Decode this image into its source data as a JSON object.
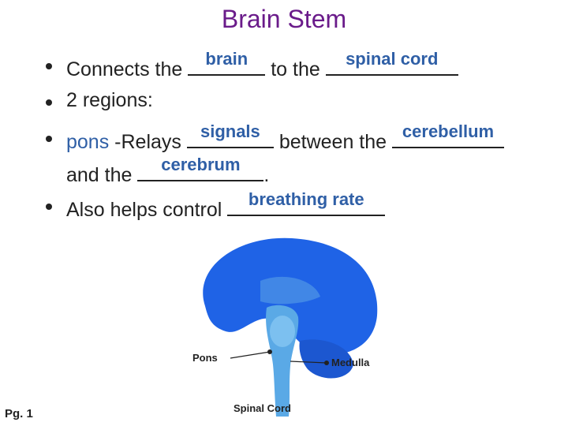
{
  "title": "Brain Stem",
  "bullets": {
    "b1_a": "Connects the",
    "b1_ans1": "brain",
    "b1_b": "to the",
    "b1_ans2": "spinal cord",
    "b2": "2 regions:",
    "b3_pons": "pons",
    "b3_a": "-Relays",
    "b3_ans1": "signals",
    "b3_b": "between the",
    "b3_ans2": "cerebellum",
    "b3_c": "and the",
    "b3_ans3": "cerebrum",
    "b3_period": ".",
    "b4_a": "Also helps control",
    "b4_ans": "breathing rate"
  },
  "figure": {
    "label_pons": "Pons",
    "label_medulla": "Medulla",
    "label_spinal": "Spinal Cord"
  },
  "footer": {
    "page": "Pg. 1"
  },
  "colors": {
    "title": "#6a1b8a",
    "answer": "#2f5fa6",
    "brain": "#1f63e6",
    "stem": "#5aa9e6"
  }
}
